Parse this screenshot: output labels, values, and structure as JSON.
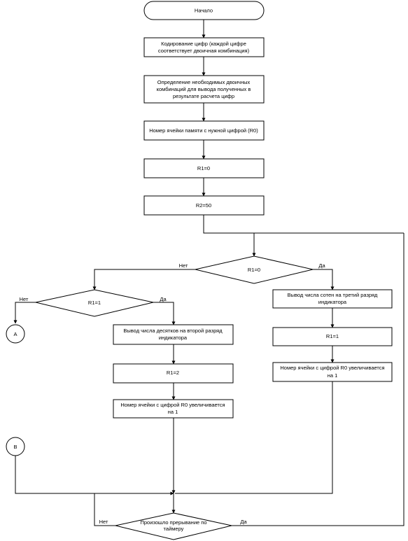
{
  "start": "Начало",
  "box_encode": [
    "Кодирование цифр (каждой цифре",
    "соответствует двоичная комбинация)"
  ],
  "box_define": [
    "Определение необходимых двоичных",
    "комбинаций для вывода полученных в",
    "результате расчета цифр"
  ],
  "box_cell": "Номер ячейки памяти с нужной цифрой (R0)",
  "box_r1_zero": "R1=0",
  "box_r2": "R2=50",
  "dec_r1_zero": "R1=0",
  "dec_r1_one": "R1=1",
  "dec_interrupt": [
    "Произошло прерывание по",
    "таймеру"
  ],
  "label_no": "Нет",
  "label_yes": "Да",
  "box_hundreds": [
    "Вывод числа сотен на третий разряд",
    "индикатора"
  ],
  "box_r1_one": "R1=1",
  "box_incr_right": [
    "Номер ячейки с цифрой R0 увеличивается",
    "на 1"
  ],
  "box_tens": [
    "Вывод числа десятков на второй разряд",
    "индикатора"
  ],
  "box_r1_two": "R1=2",
  "box_incr_left": [
    "Номер ячейки с цифрой R0 увеличивается",
    "на 1"
  ],
  "connector_a": "A",
  "connector_b": "B"
}
